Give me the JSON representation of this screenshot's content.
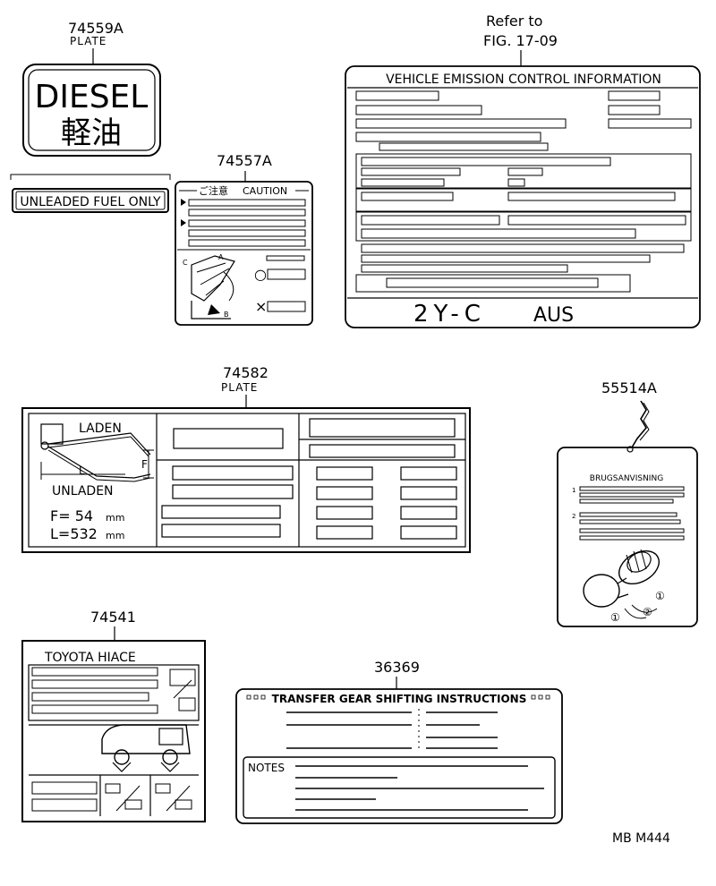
{
  "labels": {
    "refer_to": "Refer to",
    "fig_ref": "FIG. 17-09",
    "diesel_part": "74559A",
    "diesel_sub": "PLATE",
    "diesel_text": "DIESEL",
    "diesel_kanji": "軽油",
    "unleaded_text": "UNLEADED FUEL ONLY",
    "caution_part": "74557A",
    "caution_jp": "ご注意",
    "caution_en": "CAUTION",
    "caution_c": "C",
    "caution_a": "A",
    "caution_b": "B",
    "caution_ok": "○",
    "caution_ng": "×",
    "emission_title": "VEHICLE EMISSION CONTROL INFORMATION",
    "emission_engine": "2Y-C",
    "emission_region": "AUS",
    "plate_part": "74582",
    "plate_sub": "PLATE",
    "laden": "LADEN",
    "unladen": "UNLADEN",
    "dim_f": "F",
    "dim_l": "L",
    "f_value": "F= 54",
    "l_value": "L=532",
    "unit_mm": "mm",
    "brugs_part": "55514A",
    "brugs_title": "BRUGSANVISNING",
    "step_1": "1",
    "step_2": "2",
    "step_c1": "①",
    "step_c2": "②",
    "hiace_part": "74541",
    "hiace_title": "TOYOTA HIACE",
    "transfer_part": "36369",
    "transfer_title": "TRANSFER GEAR SHIFTING INSTRUCTIONS",
    "notes": "NOTES",
    "footer": "MB M444"
  }
}
